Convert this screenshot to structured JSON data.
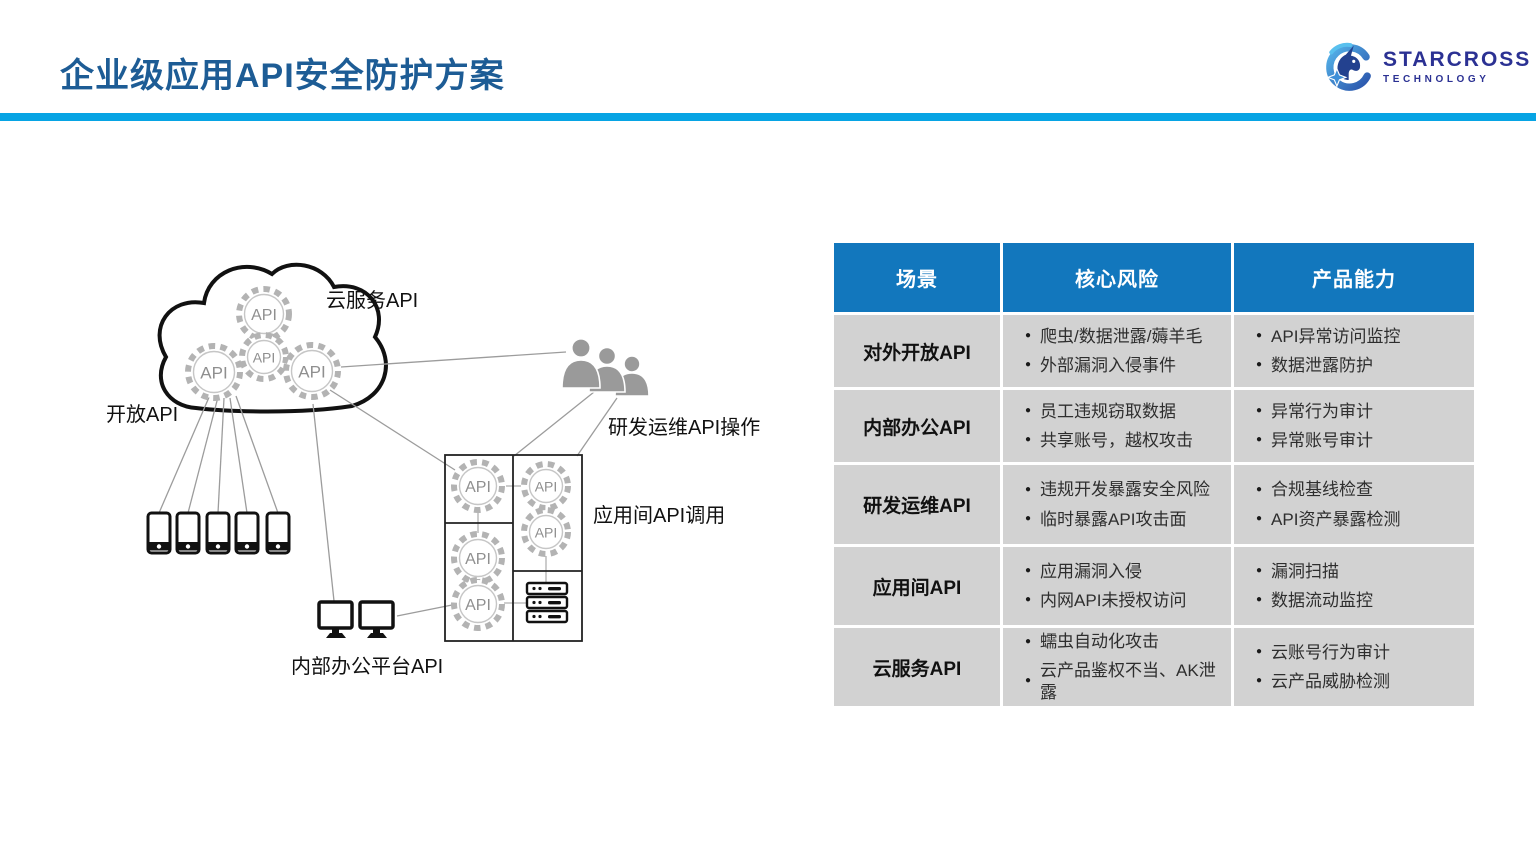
{
  "slide": {
    "title": "企业级应用API安全防护方案"
  },
  "logo": {
    "name": "STARCROSS",
    "sub": "TECHNOLOGY"
  },
  "colors": {
    "title_text": "#1d5c95",
    "divider_line": "#07a4e4",
    "table_header_bg": "#1277bd",
    "table_row_bg": "#d2d2d2",
    "logo_text": "#2b3193",
    "diagram_line": "#9c9c9c"
  },
  "diagram": {
    "gear_label": "API",
    "labels": {
      "cloud_service": "云服务API",
      "open_api": "开放API",
      "devops": "研发运维API操作",
      "inter_app": "应用间API调用",
      "internal_office": "内部办公平台API"
    },
    "icons": [
      "cloud-icon",
      "api-gear-icon",
      "smartphone-icon",
      "monitor-icon",
      "server-icon",
      "users-icon"
    ]
  },
  "table": {
    "headers": [
      "场景",
      "核心风险",
      "产品能力"
    ],
    "rows": [
      {
        "scene": "对外开放API",
        "risks": [
          "爬虫/数据泄露/薅羊毛",
          "外部漏洞入侵事件"
        ],
        "capabilities": [
          "API异常访问监控",
          "数据泄露防护"
        ]
      },
      {
        "scene": "内部办公API",
        "risks": [
          "员工违规窃取数据",
          "共享账号，越权攻击"
        ],
        "capabilities": [
          "异常行为审计",
          "异常账号审计"
        ]
      },
      {
        "scene": "研发运维API",
        "risks": [
          "违规开发暴露安全风险",
          "临时暴露API攻击面"
        ],
        "capabilities": [
          "合规基线检查",
          "API资产暴露检测"
        ]
      },
      {
        "scene": "应用间API",
        "risks": [
          "应用漏洞入侵",
          "内网API未授权访问"
        ],
        "capabilities": [
          "漏洞扫描",
          "数据流动监控"
        ]
      },
      {
        "scene": "云服务API",
        "risks": [
          "蠕虫自动化攻击",
          "云产品鉴权不当、AK泄露"
        ],
        "capabilities": [
          "云账号行为审计",
          "云产品威胁检测"
        ]
      }
    ]
  }
}
